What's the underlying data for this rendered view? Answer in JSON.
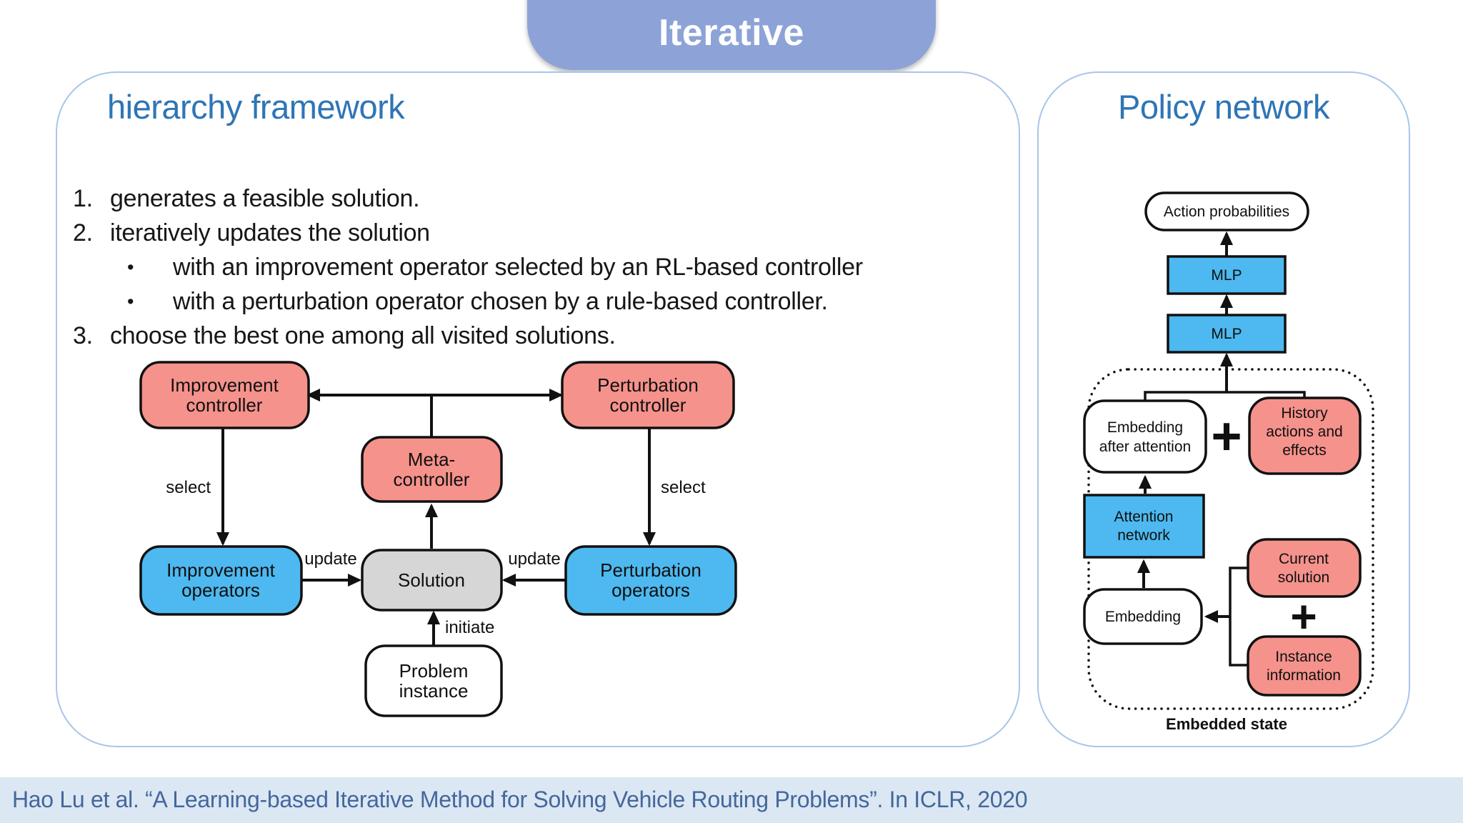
{
  "title_badge": {
    "label": "Iterative"
  },
  "left_panel": {
    "heading": "hierarchy framework",
    "list": [
      {
        "marker": "1.",
        "text": "generates a feasible solution."
      },
      {
        "marker": "2.",
        "text": "iteratively updates the solution"
      },
      {
        "marker": "•",
        "text": "with an improvement operator selected by an RL-based controller"
      },
      {
        "marker": "•",
        "text": "with a perturbation operator chosen by a rule-based controller."
      },
      {
        "marker": "3.",
        "text": "choose the best one among all visited solutions."
      }
    ],
    "diagram": {
      "improvement_controller": {
        "lines": [
          "Improvement",
          "controller"
        ]
      },
      "perturbation_controller": {
        "lines": [
          "Perturbation",
          "controller"
        ]
      },
      "meta_controller": {
        "lines": [
          "Meta-",
          "controller"
        ]
      },
      "improvement_operators": {
        "lines": [
          "Improvement",
          "operators"
        ]
      },
      "solution": {
        "label": "Solution"
      },
      "perturbation_operators": {
        "lines": [
          "Perturbation",
          "operators"
        ]
      },
      "problem_instance": {
        "lines": [
          "Problem",
          "instance"
        ]
      },
      "labels": {
        "select_left": "select",
        "select_right": "select",
        "update_left": "update",
        "update_right": "update",
        "initiate": "initiate"
      }
    }
  },
  "right_panel": {
    "heading": "Policy network",
    "diagram": {
      "action_probabilities": "Action probabilities",
      "mlp_top": "MLP",
      "mlp_bottom": "MLP",
      "embedding_after_attention": {
        "lines": [
          "Embedding",
          "after attention"
        ]
      },
      "plus_top": "+",
      "history_actions": {
        "lines": [
          "History",
          "actions and",
          "effects"
        ]
      },
      "attention_network": {
        "lines": [
          "Attention",
          "network"
        ]
      },
      "embedding": "Embedding",
      "current_solution": {
        "lines": [
          "Current",
          "solution"
        ]
      },
      "plus_bottom": "+",
      "instance_information": {
        "lines": [
          "Instance",
          "information"
        ]
      },
      "embedded_state": "Embedded state"
    }
  },
  "footer": {
    "citation": "Hao Lu et al. “A Learning-based Iterative Method for Solving Vehicle Routing Problems”. In ICLR, 2020"
  },
  "colors": {
    "accent_heading_blue": "#2E75B6",
    "badge_blue": "#8DA3D8",
    "box_salmon": "#F5928B",
    "box_blue": "#4DB9F0",
    "box_gray": "#D6D6D6",
    "panel_border": "#A8C6E9",
    "footer_bg": "#DBE7F3",
    "footer_text": "#44679C"
  }
}
